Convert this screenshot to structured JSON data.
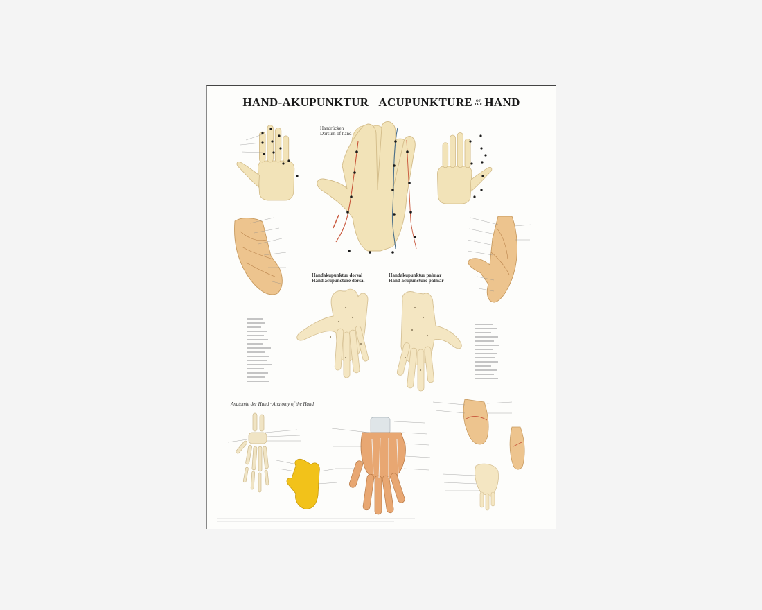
{
  "poster": {
    "title_de": "HAND-AKUPUNKTUR",
    "title_en": "ACUPUNKTURE",
    "title_of": "OF",
    "title_the": "THE",
    "title_hand": "HAND",
    "dorsum_de": "Handrücken",
    "dorsum_en": "Dorsum of hand",
    "dorsal_de": "Handakupunktur dorsal",
    "dorsal_en": "Hand acupuncture dorsal",
    "palmar_de": "Handakupunktur palmar",
    "palmar_en": "Hand acupuncture palmar",
    "anatomy": "Anatomie der Hand  ·  Anatomy of the Hand"
  },
  "colors": {
    "skin": "#f2e3b8",
    "skin_shade": "#e6cf98",
    "point": "#1a1a1a",
    "meridian_red": "#c8553a",
    "meridian_blue": "#4a6f8a",
    "muscle": "#e8a772",
    "bone": "#f0e4c4",
    "tendon_yellow": "#f2c21a"
  }
}
